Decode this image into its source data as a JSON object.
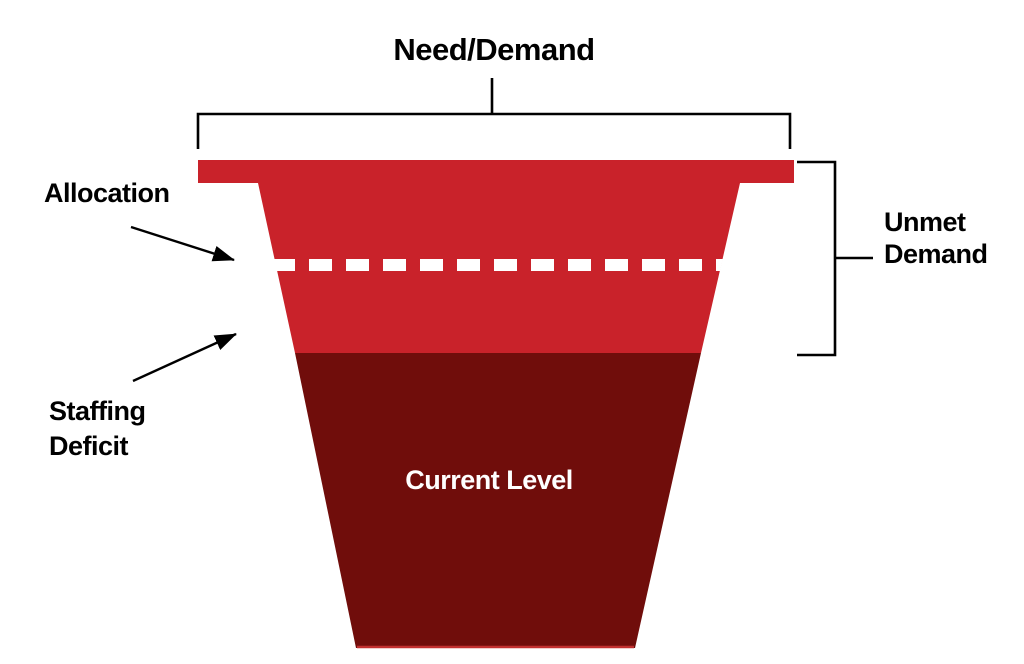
{
  "title": "Need/Demand",
  "annotations": {
    "allocation": "Allocation",
    "staffing_deficit": {
      "line1": "Staffing",
      "line2": "Deficit"
    },
    "unmet_demand": {
      "line1": "Unmet",
      "line2": "Demand"
    },
    "current_level": "Current Level"
  },
  "colors": {
    "demand_red": "#C9222A",
    "current_level_dark_red": "#700D0B",
    "dash_white": "#FFFFFF",
    "bottom_edge_red": "#C23030",
    "line_black": "#000000"
  }
}
